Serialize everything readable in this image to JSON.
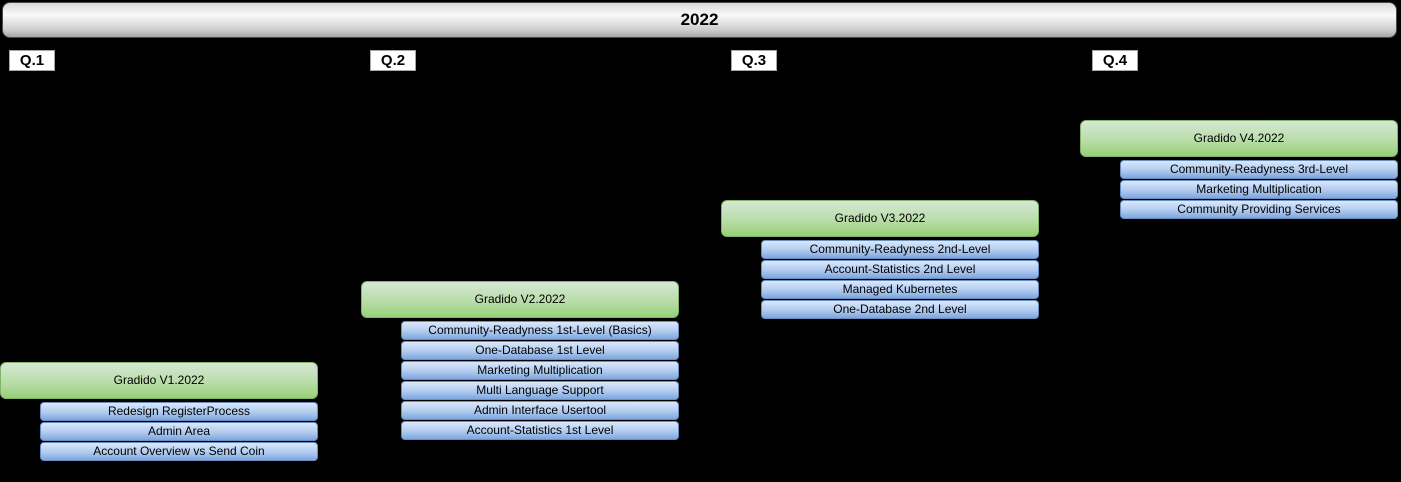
{
  "title": "2022",
  "colors": {
    "background": "#000000",
    "header_fill_top": "#f9f9f9",
    "header_fill_bottom": "#a6a6a6",
    "release_fill_top": "#d5e8d4",
    "release_fill_bottom": "#97d077",
    "release_border": "#82b366",
    "item_fill_top": "#dae8fc",
    "item_fill_bottom": "#7ea6e0",
    "item_border": "#6c8ebf",
    "quarter_label_bg": "#ffffff"
  },
  "quarters": [
    {
      "label": "Q.1",
      "release": "Gradido V1.2022",
      "items": [
        "Redesign RegisterProcess",
        "Admin Area",
        "Account Overview vs Send Coin"
      ]
    },
    {
      "label": "Q.2",
      "release": "Gradido V2.2022",
      "items": [
        "Community-Readyness 1st-Level (Basics)",
        "One-Database 1st Level",
        "Marketing Multiplication",
        "Multi Language Support",
        "Admin Interface Usertool",
        "Account-Statistics 1st Level"
      ]
    },
    {
      "label": "Q.3",
      "release": "Gradido V3.2022",
      "items": [
        "Community-Readyness 2nd-Level",
        "Account-Statistics 2nd Level",
        "Managed Kubernetes",
        "One-Database 2nd Level"
      ]
    },
    {
      "label": "Q.4",
      "release": "Gradido V4.2022",
      "items": [
        "Community-Readyness 3rd-Level",
        "Marketing Multiplication",
        "Community Providing Services"
      ]
    }
  ]
}
